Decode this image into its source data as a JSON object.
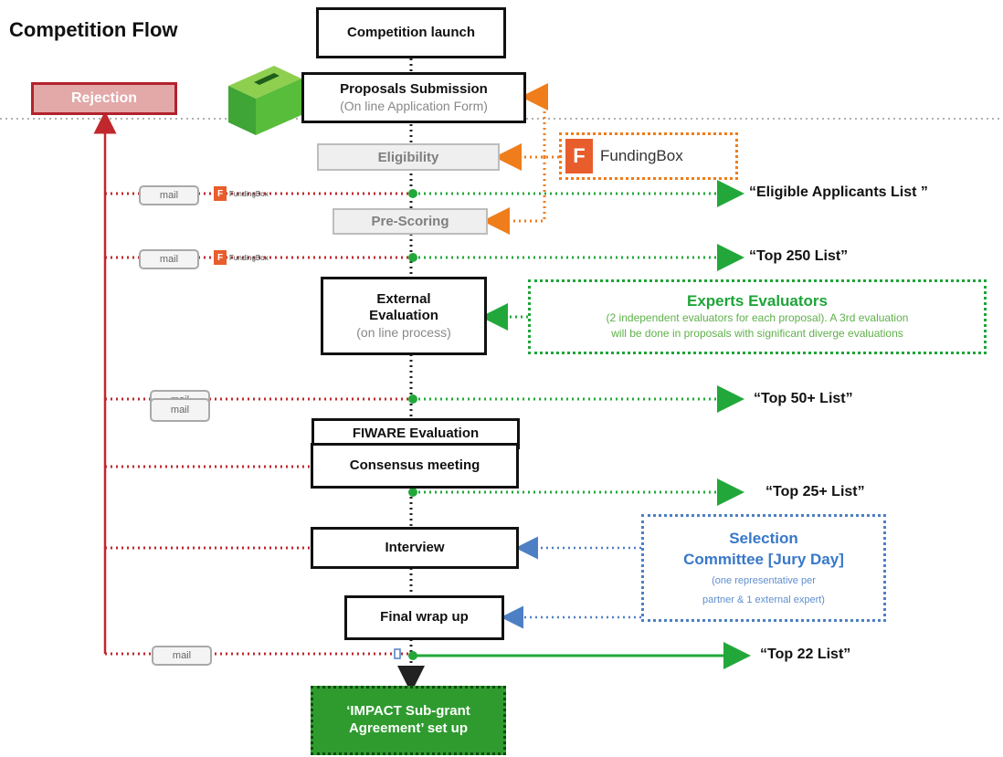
{
  "title": "Competition Flow",
  "rejection": "Rejection",
  "steps": {
    "launch": "Competition launch",
    "submission": "Proposals Submission",
    "submission_sub": "(On line Application Form)",
    "eligibility": "Eligibility",
    "prescoring": "Pre-Scoring",
    "external_1": "External",
    "external_2": "Evaluation",
    "external_sub": "(on line process)",
    "fiware": "FIWARE Evaluation",
    "consensus": "Consensus meeting",
    "interview": "Interview",
    "wrap": "Final wrap up",
    "impact": "‘IMPACT Sub-grant Agreement’ set up"
  },
  "lists": {
    "eligible": "“Eligible Applicants List ”",
    "top250": "“Top 250 List”",
    "top50": "“Top 50+ List”",
    "top25": "“Top 25+ List”",
    "top22": "“Top 22 List”"
  },
  "fundingbox": {
    "name": "FundingBox",
    "small": "FundingBox",
    "logo_letter": "F"
  },
  "mail": "mail",
  "experts": {
    "heading": "Experts Evaluators",
    "desc1": "(2 independent evaluators for each proposal). A 3rd evaluation",
    "desc2": "will be done in proposals with significant diverge evaluations"
  },
  "selection": {
    "heading1": "Selection",
    "heading2": "Committee [Jury Day]",
    "desc1": "(one representative  per",
    "desc2": "partner & 1 external expert)"
  },
  "colors": {
    "rejection": "#c0282d",
    "list_arrow": "#22a83a",
    "fundingbox": "#ef7d1b",
    "selection": "#4d7fc4",
    "impact": "#2f9b2f"
  }
}
